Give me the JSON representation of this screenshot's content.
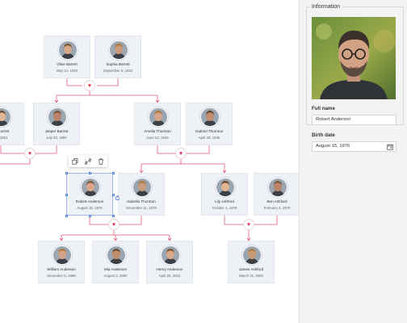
{
  "colors": {
    "link": "#e05a78",
    "heart": "#e0304f",
    "selection": "#4a7fd6",
    "card_bg": "#eef1f6"
  },
  "people": [
    {
      "id": "olive",
      "name": "Olive Barrett",
      "date": "May 14, 1920"
    },
    {
      "id": "sophia",
      "name": "Sophia Barrett",
      "date": "September 5, 1922"
    },
    {
      "id": "left-partial",
      "name": "ett Barrett",
      "date": "15, 1951"
    },
    {
      "id": "jasper",
      "name": "Jasper Barrett",
      "date": "July 30, 1960"
    },
    {
      "id": "amelia",
      "name": "Amelia Thornton",
      "date": "June 23, 1945"
    },
    {
      "id": "gabriel",
      "name": "Gabriel Thornton",
      "date": "April 28, 1945"
    },
    {
      "id": "robert",
      "name": "Robert Anderson",
      "date": "August 15, 1976"
    },
    {
      "id": "isabella",
      "name": "Isabella Thornton",
      "date": "December 11, 1978"
    },
    {
      "id": "lily",
      "name": "Lily Ashford",
      "date": "October 1, 1978"
    },
    {
      "id": "ben",
      "name": "Ben Ashford",
      "date": "February 4, 1970"
    },
    {
      "id": "william",
      "name": "William Anderson",
      "date": "November 5, 1998"
    },
    {
      "id": "mia",
      "name": "Mia Anderson",
      "date": "August 2, 2000"
    },
    {
      "id": "henry",
      "name": "Henry Anderson",
      "date": "April 20, 2015"
    },
    {
      "id": "james",
      "name": "James Ashford",
      "date": "March 31, 2000"
    }
  ],
  "toolbar": {
    "icons": [
      "copy-icon",
      "link-icon",
      "trash-icon"
    ]
  },
  "panel": {
    "title": "Information",
    "full_name_label": "Full name",
    "full_name_value": "Robert Anderson",
    "birth_date_label": "Birth date",
    "birth_date_value": "August 15, 1976"
  }
}
